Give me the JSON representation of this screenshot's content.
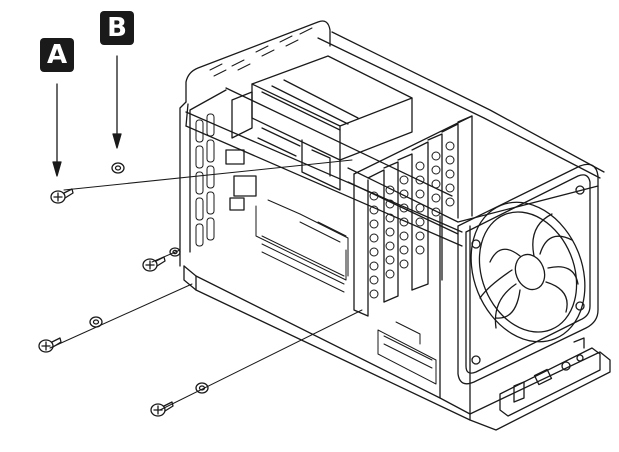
{
  "callouts": {
    "a": "A",
    "b": "B"
  },
  "colors": {
    "line": "#1a1a1a",
    "background": "#ffffff",
    "badge": "#1a1a1a",
    "badge_text": "#ffffff"
  },
  "parts": [
    "chassis",
    "side-panel-vents",
    "hdd-cage",
    "motherboard",
    "pcie-brackets",
    "front-fan",
    "io-panel",
    "screws",
    "washers",
    "assembly-leader-lines"
  ]
}
